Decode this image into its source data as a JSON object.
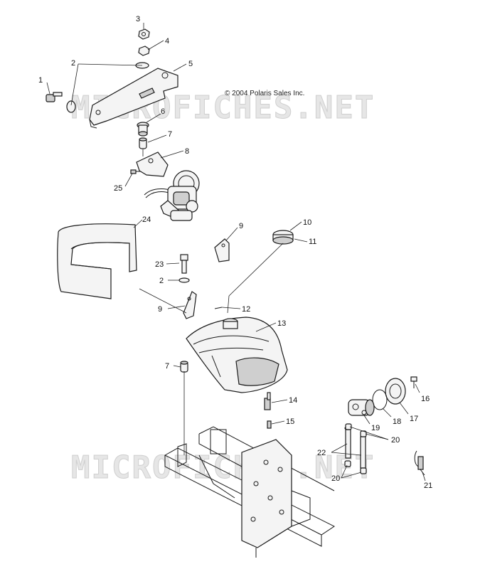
{
  "copyright": "© 2004 Polaris Sales Inc.",
  "watermarks": [
    "MICROFICHES.NET",
    "MICROFICHES.NET"
  ],
  "callouts": {
    "c1": "1",
    "c2a": "2",
    "c3": "3",
    "c4": "4",
    "c5": "5",
    "c6": "6",
    "c7a": "7",
    "c8": "8",
    "c25": "25",
    "c24": "24",
    "c9a": "9",
    "c10": "10",
    "c11": "11",
    "c23": "23",
    "c2b": "2",
    "c9b": "9",
    "c12": "12",
    "c13": "13",
    "c7b": "7",
    "c14": "14",
    "c15": "15",
    "c16": "16",
    "c17": "17",
    "c18": "18",
    "c19": "19",
    "c20a": "20",
    "c22": "22",
    "c20b": "20",
    "c21": "21"
  }
}
